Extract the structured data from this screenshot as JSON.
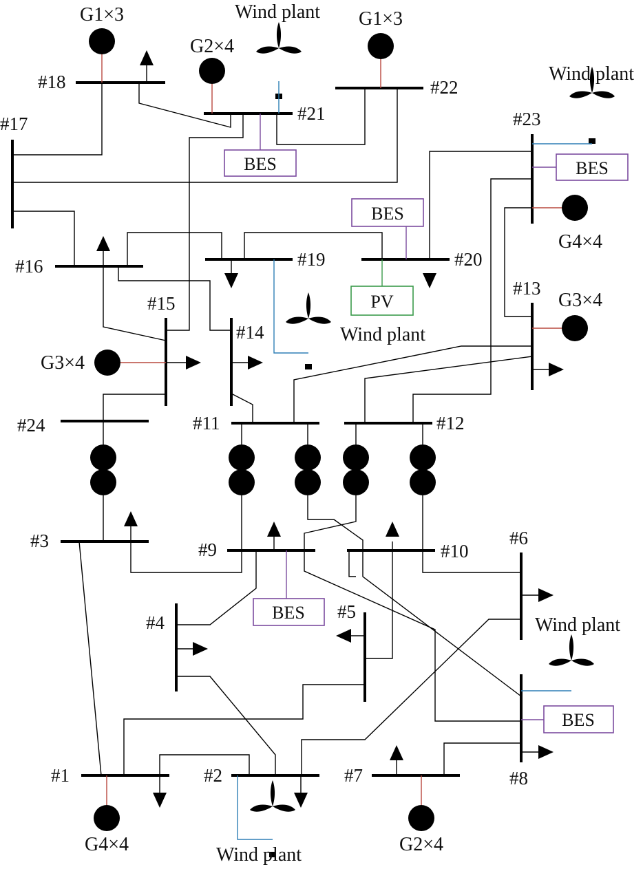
{
  "buses": {
    "b1": "#1",
    "b2": "#2",
    "b3": "#3",
    "b4": "#4",
    "b5": "#5",
    "b6": "#6",
    "b7": "#7",
    "b8": "#8",
    "b9": "#9",
    "b10": "#10",
    "b11": "#11",
    "b12": "#12",
    "b13": "#13",
    "b14": "#14",
    "b15": "#15",
    "b16": "#16",
    "b17": "#17",
    "b18": "#18",
    "b19": "#19",
    "b20": "#20",
    "b21": "#21",
    "b22": "#22",
    "b23": "#23",
    "b24": "#24"
  },
  "generators": {
    "g18": "G1×3",
    "g22": "G1×3",
    "g21": "G2×4",
    "g23": "G4×4",
    "g13": "G3×4",
    "g15": "G3×4",
    "g1": "G4×4",
    "g7": "G2×4"
  },
  "storage_label": "BES",
  "pv_label": "PV",
  "wind_label": "Wind plant",
  "colors": {
    "generator": "#b8483f",
    "wind": "#2e7fb5",
    "storage": "#7b4b9e",
    "pv": "#3a9a4a",
    "line": "#000000"
  },
  "icons": {
    "generator": "generator-icon",
    "wind": "wind-turbine-icon",
    "load": "load-arrow-icon",
    "transformer": "transformer-icon"
  }
}
